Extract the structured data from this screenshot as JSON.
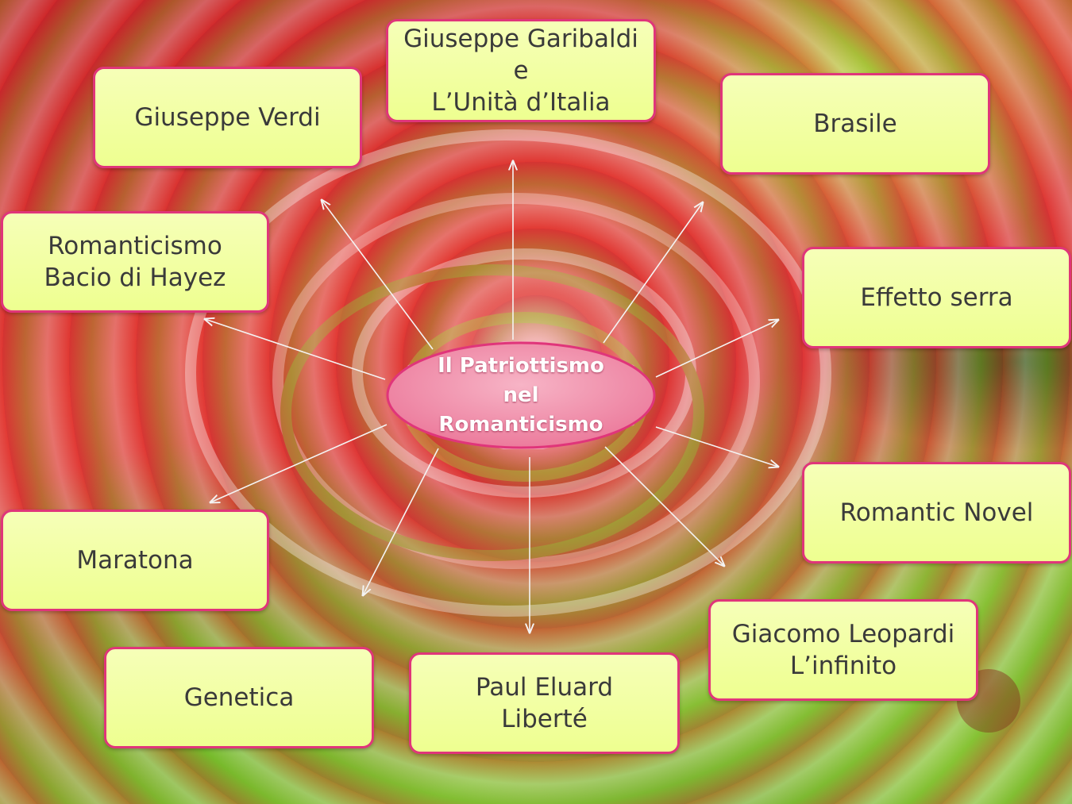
{
  "center": {
    "label": "Il Patriottismo\nnel\nRomanticismo"
  },
  "nodes": [
    {
      "id": "verdi",
      "label": "Giuseppe Verdi"
    },
    {
      "id": "garibaldi",
      "label": "Giuseppe Garibaldi\ne\nL’Unità d’Italia"
    },
    {
      "id": "brasile",
      "label": "Brasile"
    },
    {
      "id": "hayez",
      "label": "Romanticismo\nBacio di Hayez"
    },
    {
      "id": "effetto-serra",
      "label": "Effetto serra"
    },
    {
      "id": "romantic-novel",
      "label": "Romantic Novel"
    },
    {
      "id": "maratona",
      "label": "Maratona"
    },
    {
      "id": "leopardi",
      "label": "Giacomo Leopardi\nL’infinito"
    },
    {
      "id": "genetica",
      "label": "Genetica"
    },
    {
      "id": "eluard",
      "label": "Paul Eluard\nLiberté"
    }
  ],
  "colors": {
    "box_fill": "#f2ffa8",
    "box_border": "#e0357a",
    "center_fill": "#f08aa8",
    "center_border": "#e0357a",
    "arrow": "#f4f4f4"
  }
}
